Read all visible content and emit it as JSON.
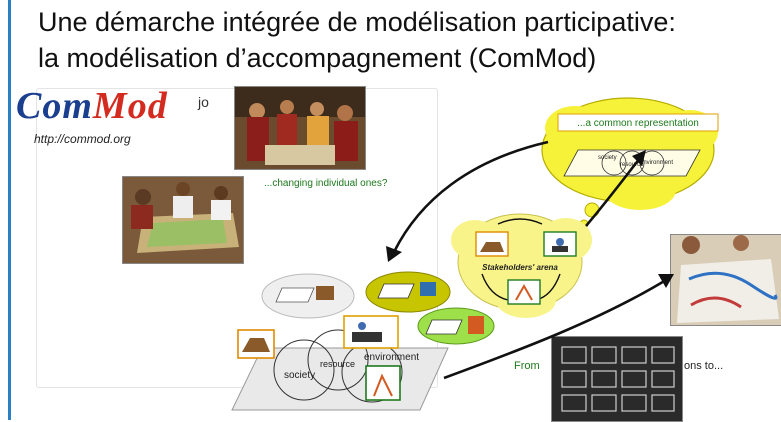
{
  "title": {
    "line1": "Une démarche intégrée de modélisation participative:",
    "line2": "la modélisation d’accompagnement (ComMod)"
  },
  "logo": {
    "part1": "Com",
    "part2": "Mod",
    "tail": "jo",
    "url": "http://commod.org"
  },
  "diagram": {
    "common_representation": "...a common representation",
    "changing_individual": "...changing individual ones?",
    "stakeholders_arena": "Stakeholders' arena",
    "from_prefix": "From",
    "from_suffix": "ons to...",
    "venn_society": "society",
    "venn_resource": "resource",
    "venn_environment": "environment"
  }
}
